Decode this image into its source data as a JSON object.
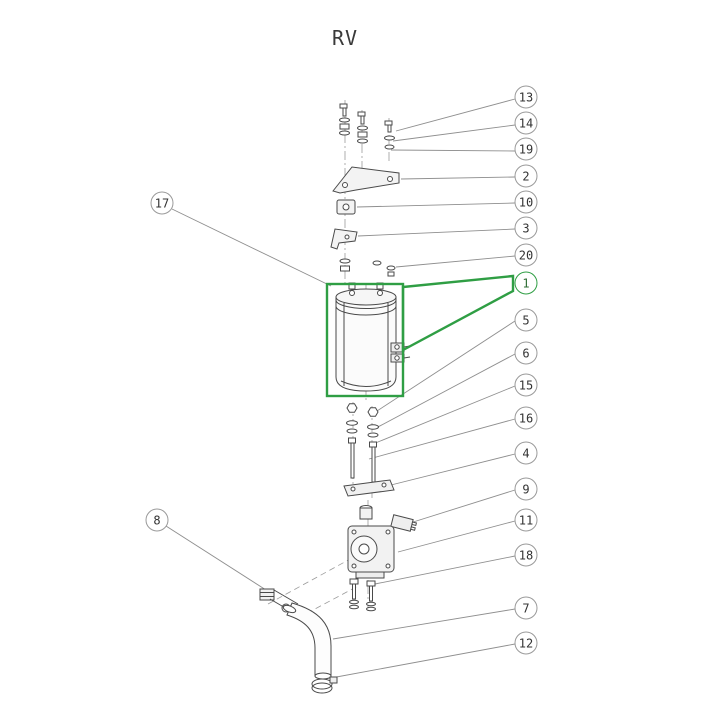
{
  "title": "RV",
  "selected_part": "1",
  "colors": {
    "highlight_green": "#2f9e44",
    "line_gray": "#4a4a4a",
    "leader_gray": "#8f8f8f",
    "balloon_border": "#9a9a9a"
  },
  "balloons": [
    {
      "label": "13"
    },
    {
      "label": "14"
    },
    {
      "label": "19"
    },
    {
      "label": "2"
    },
    {
      "label": "10"
    },
    {
      "label": "3"
    },
    {
      "label": "20"
    },
    {
      "label": "1"
    },
    {
      "label": "5"
    },
    {
      "label": "6"
    },
    {
      "label": "15"
    },
    {
      "label": "16"
    },
    {
      "label": "4"
    },
    {
      "label": "9"
    },
    {
      "label": "11"
    },
    {
      "label": "18"
    },
    {
      "label": "7"
    },
    {
      "label": "12"
    },
    {
      "label": "17"
    },
    {
      "label": "8"
    }
  ]
}
